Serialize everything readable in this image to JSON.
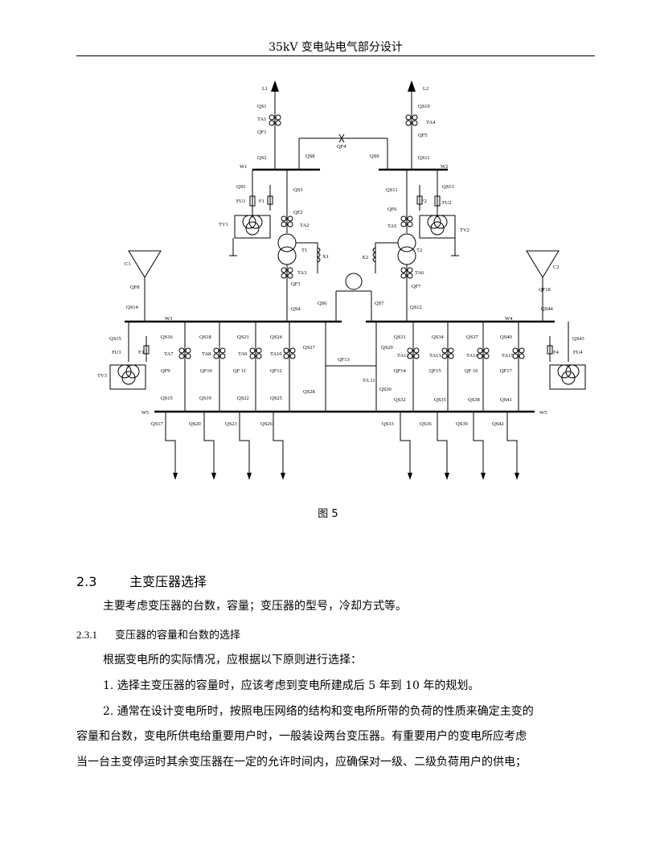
{
  "header": {
    "title": "35kV 变电站电气部分设计"
  },
  "figure": {
    "caption": "图 5",
    "labels": {
      "L1": "L1",
      "L2": "L2",
      "QS1": "QS1",
      "QS2": "QS2",
      "QS3": "QS3",
      "QS4": "QS4",
      "QS5": "QS5",
      "QS6": "QS6",
      "QS7": "QS7",
      "QS8": "QS8",
      "QS9": "QS9",
      "QS10": "QS10",
      "QS11a": "QS11",
      "QS11b": "QS11",
      "QS12": "QS12",
      "QS13": "QS13",
      "QS14": "QS14",
      "QS15a": "QS15",
      "QS15b": "QS15",
      "QS16": "QS16",
      "QS17": "QS17",
      "QS18": "QS18",
      "QS19": "QS19",
      "QS20": "QS20",
      "QS21": "QS21",
      "QS22": "QS22",
      "QS23": "QS23",
      "QS24": "QS24",
      "QS25": "QS25",
      "QS26": "QS26",
      "QS27": "QS27",
      "QS28": "QS28",
      "QS29": "QS29",
      "QS30": "QS30",
      "QS31": "QS31",
      "QS32": "QS32",
      "QS33": "QS33",
      "QS34": "QS34",
      "QS35": "QS35",
      "QS36": "QS36",
      "QS37": "QS37",
      "QS38": "QS38",
      "QS39": "QS39",
      "QS40": "QS40",
      "QS41": "QS41",
      "QS42": "QS42",
      "QS43": "QS43",
      "QS44": "QS44",
      "QF1": "QF1",
      "QF2": "QF2",
      "QF3": "QF3",
      "QF4": "QF4",
      "QF5": "QF5",
      "QF6": "QF6",
      "QF7": "QF7",
      "QF8": "QF8",
      "QF9": "QF9",
      "QF10": "QF10",
      "QF11": "QF 11",
      "QF12": "QF12",
      "QF13": "QF13",
      "QF14": "QF14",
      "QF15": "QF15",
      "QF16": "QF 16",
      "QF17": "QF17",
      "QF18": "QF18",
      "TA1": "TA1",
      "TA2": "TA2",
      "TA3": "TA3",
      "TA4": "TA4",
      "TA5": "TA5",
      "TA6": "TA6",
      "TA7": "TA7",
      "TA8": "TA8",
      "TA9": "TA9",
      "TA10": "TA10",
      "TA11": "TA 11",
      "TA12": "TA12",
      "TA13": "TA13",
      "TA14": "TA14",
      "TA15": "TA15",
      "FU1": "FU1",
      "FU2": "FU2",
      "FU3": "FU3",
      "FU4": "FU4",
      "F1": "F1",
      "F2": "F2",
      "F3": "F3",
      "F4": "F4",
      "TV1": "TV1",
      "TV2": "TV2",
      "TV3": "TV3",
      "T1": "T1",
      "T2": "T2",
      "X1": "X1",
      "X2": "X2",
      "C1": "C1",
      "C2": "C2",
      "W1": "W1",
      "W2": "W2",
      "W3": "W3",
      "W4": "W4",
      "W5a": "W5",
      "W5b": "W5"
    }
  },
  "section": {
    "number": "2.3",
    "title": "主变压器选择"
  },
  "section_intro": "主要考虑变压器的台数，容量；变压器的型号，冷却方式等。",
  "subsection": {
    "number": "2.3.1",
    "title": "变压器的容量和台数的选择"
  },
  "paragraphs": [
    "根据变电所的实际情况，应根据以下原则进行选择：",
    "1. 选择主变压器的容量时，应该考虑到变电所建成后 5 年到 10 年的规划。",
    "2. 通常在设计变电所时，按照电压网络的结构和变电所所带的负荷的性质来确定主变的",
    "容量和台数，变电所供电给重要用户时，一般装设两台变压器。有重要用户的变电所应考虑",
    "当一台主变停运时其余变压器在一定的允许时间内，应确保对一级、二级负荷用户的供电；"
  ]
}
